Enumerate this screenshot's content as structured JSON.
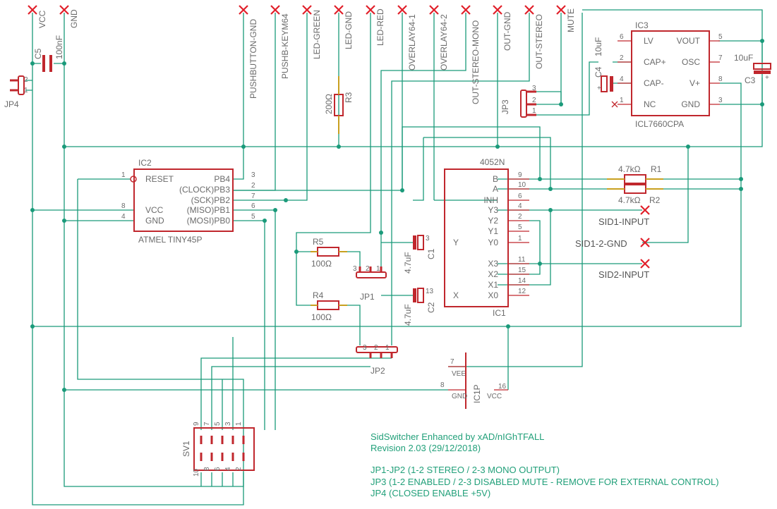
{
  "top_labels": [
    "VCC",
    "GND",
    "PUSHBUTTON-GND",
    "PUSHB-KEYM64",
    "LED-GREEN",
    "LED-GND",
    "LED-RED",
    "OVERLAY64-1",
    "OVERLAY64-2",
    "OUT-STEREO-MONO",
    "OUT-GND",
    "OUT-STEREO",
    "MUTE"
  ],
  "ic2": {
    "name": "IC2",
    "part": "ATMEL TINY45P",
    "pins_left": [
      "RESET",
      "VCC",
      "GND"
    ],
    "pins_left_num": [
      "1",
      "8",
      "4"
    ],
    "pins_right": [
      "PB4",
      "(CLOCK)PB3",
      "(SCK)PB2",
      "(MISO)PB1",
      "(MOSI)PB0"
    ],
    "pins_right_num": [
      "3",
      "2",
      "7",
      "6",
      "5"
    ]
  },
  "ic1": {
    "name": "IC1",
    "part": "4052N",
    "pins_right": [
      "B",
      "A",
      "INH",
      "Y3",
      "Y2",
      "Y1",
      "Y0",
      "X3",
      "X2",
      "X1",
      "X0"
    ],
    "pins_right_num": [
      "9",
      "10",
      "6",
      "4",
      "2",
      "5",
      "1",
      "11",
      "15",
      "14",
      "12"
    ],
    "pin_y": "Y",
    "pin_y_num": "3",
    "pin_x": "X",
    "pin_x_num": "13"
  },
  "ic1p": {
    "name": "IC1P",
    "vee": "VEE",
    "vee_num": "7",
    "gnd": "GND",
    "gnd_num": "8",
    "vcc": "VCC",
    "vcc_num": "16"
  },
  "ic3": {
    "name": "IC3",
    "part": "ICL7660CPA",
    "left": [
      "LV",
      "CAP+",
      "CAP-",
      "NC"
    ],
    "left_num": [
      "6",
      "2",
      "4",
      "1"
    ],
    "right": [
      "VOUT",
      "OSC",
      "V+",
      "GND"
    ],
    "right_num": [
      "5",
      "7",
      "8",
      "3"
    ]
  },
  "components": {
    "c5": "C5",
    "c5v": "100nF",
    "c4": "C4",
    "c4v": "10uF",
    "c3": "C3",
    "c3v": "10uF",
    "r3": "R3",
    "r3v": "200Ω",
    "r1": "R1",
    "r1v": "4.7kΩ",
    "r2": "R2",
    "r2v": "4.7kΩ",
    "r5": "R5",
    "r5v": "100Ω",
    "r4": "R4",
    "r4v": "100Ω",
    "c1": "C1",
    "c1v": "4.7uF",
    "c2": "C2",
    "c2v": "4.7uF",
    "jp1": "JP1",
    "jp2": "JP2",
    "jp3": "JP3",
    "jp4": "JP4",
    "sv1": "SV1"
  },
  "jp_pins": {
    "jp1": [
      "3",
      "2",
      "1"
    ],
    "jp2": [
      "3",
      "2",
      "1"
    ],
    "jp3": [
      "3",
      "2",
      "1"
    ],
    "jp4": [
      "2",
      "1"
    ]
  },
  "sv1_top": [
    "9",
    "7",
    "5",
    "3",
    "1"
  ],
  "sv1_bot": [
    "10",
    "8",
    "6",
    "4",
    "2"
  ],
  "ports": {
    "sid1": "SID1-INPUT",
    "sid12": "SID1-2-GND",
    "sid2": "SID2-INPUT"
  },
  "notes": [
    "SidSwitcher Enhanced by xAD/nIGhTFALL",
    "Revision 2.03 (29/12/2018)",
    "JP1-JP2 (1-2 STEREO / 2-3 MONO OUTPUT)",
    "JP3 (1-2 ENABLED / 2-3 DISABLED MUTE - REMOVE FOR EXTERNAL CONTROL)",
    "JP4 (CLOSED ENABLE +5V)"
  ]
}
